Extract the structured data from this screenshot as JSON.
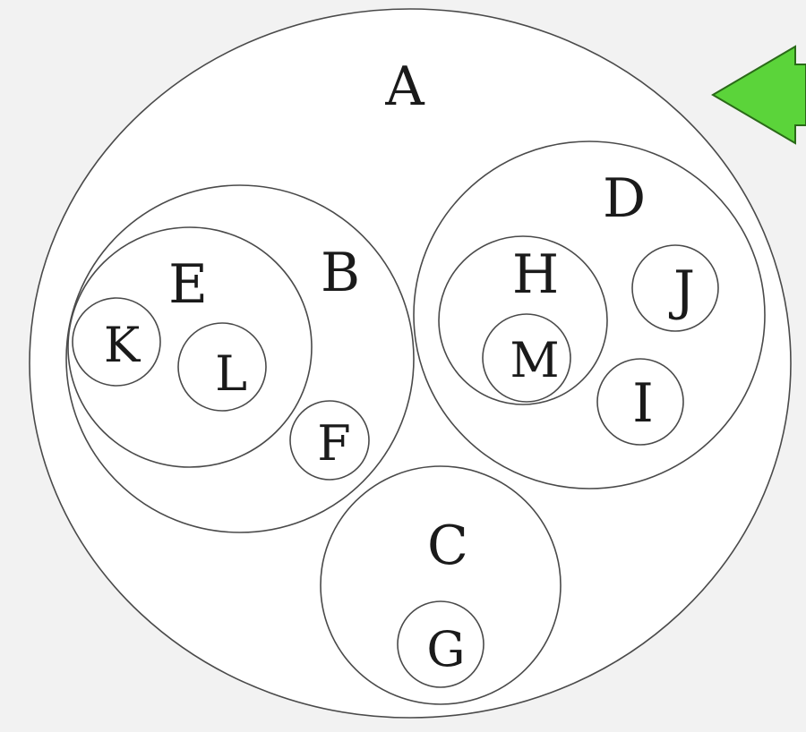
{
  "diagram": {
    "sets": {
      "a": "A",
      "b": "B",
      "c": "C",
      "d": "D",
      "e": "E",
      "f": "F",
      "g": "G",
      "h": "H",
      "i": "I",
      "j": "J",
      "k": "K",
      "l": "L",
      "m": "M"
    },
    "arrow": {
      "icon": "left-arrow-icon",
      "color": "#5bd43a"
    }
  }
}
